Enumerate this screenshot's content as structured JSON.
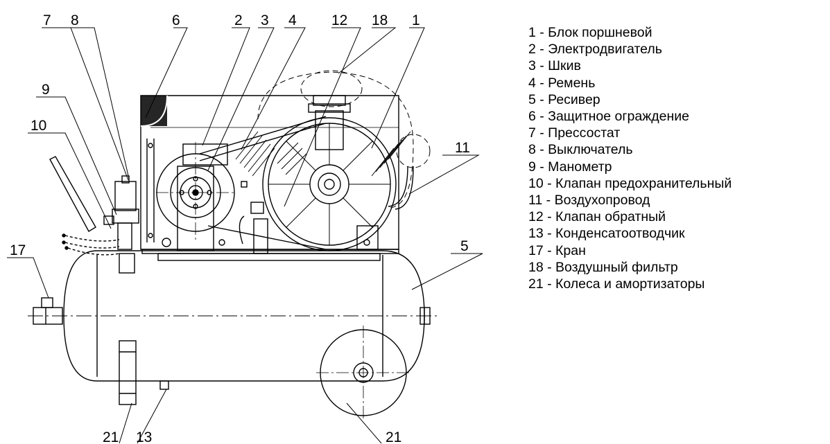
{
  "callouts": {
    "c1": "1",
    "c2": "2",
    "c3": "3",
    "c4": "4",
    "c5": "5",
    "c6": "6",
    "c7": "7",
    "c8": "8",
    "c9": "9",
    "c10": "10",
    "c11": "11",
    "c12": "12",
    "c13": "13",
    "c17": "17",
    "c18": "18",
    "c21a": "21",
    "c21b": "21"
  },
  "legend": [
    "1 - Блок поршневой",
    "2 - Электродвигатель",
    "3 - Шкив",
    "4 - Ремень",
    "5 - Ресивер",
    "6 - Защитное ограждение",
    "7 - Прессостат",
    "8 - Выключатель",
    "9 - Манометр",
    "10 - Клапан предохранительный",
    "11 - Воздухопровод",
    "12 - Клапан обратный",
    "13 - Конденсатоотводчик",
    "17 - Кран",
    "18 - Воздушный фильтр",
    "21 - Колеса и амортизаторы"
  ]
}
